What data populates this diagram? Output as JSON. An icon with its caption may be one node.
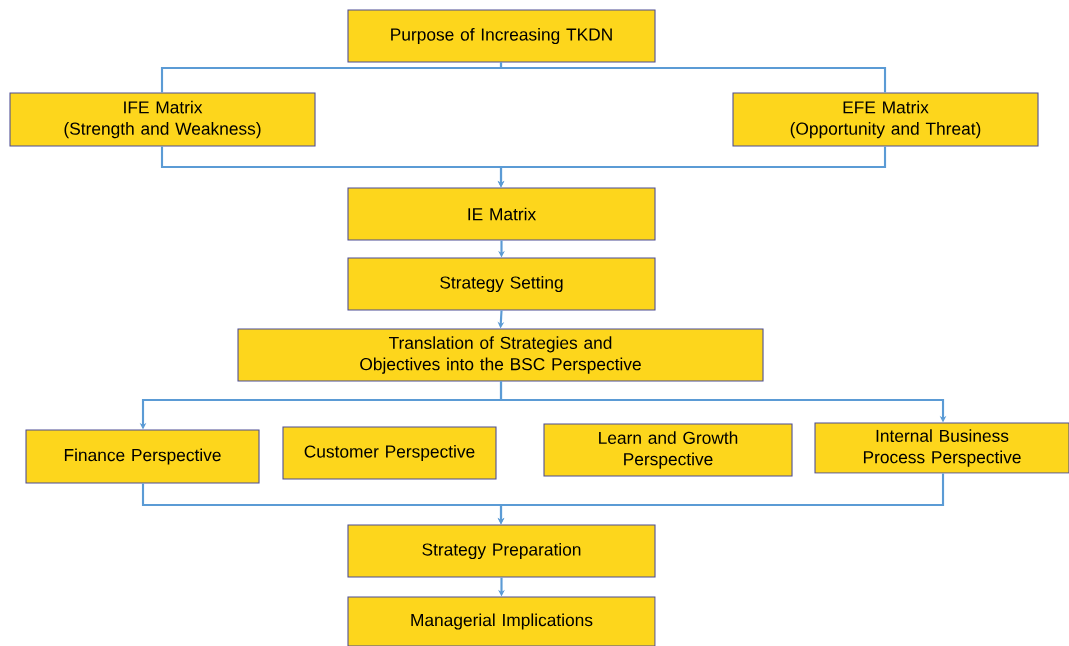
{
  "diagram": {
    "nodes": [
      {
        "text": [
          "Purpose of Increasing TKDN"
        ]
      },
      {
        "text": [
          "IFE Matrix",
          "(Strength and Weakness)"
        ]
      },
      {
        "text": [
          "EFE Matrix",
          "(Opportunity and Threat)"
        ]
      },
      {
        "text": [
          "IE Matrix"
        ]
      },
      {
        "text": [
          "Strategy Setting"
        ]
      },
      {
        "text": [
          "Translation of Strategies and Objectives into the BSC Perspective"
        ]
      },
      {
        "text": [
          "Finance Perspective"
        ]
      },
      {
        "text": [
          "Customer Perspective"
        ]
      },
      {
        "text": [
          "Learn and Growth Perspective"
        ]
      },
      {
        "text": [
          "Internal Business Process Perspective"
        ]
      },
      {
        "text": [
          "Strategy Preparation"
        ]
      },
      {
        "text": [
          "Managerial Implications"
        ]
      }
    ],
    "edges": [
      {
        "from": 0,
        "to": 1,
        "arrow": "none"
      },
      {
        "from": 0,
        "to": 2,
        "arrow": "none"
      },
      {
        "from": 1,
        "to": 3,
        "arrow": "to"
      },
      {
        "from": 2,
        "to": 3,
        "arrow": "to"
      },
      {
        "from": 3,
        "to": 4,
        "arrow": "to"
      },
      {
        "from": 4,
        "to": 5,
        "arrow": "to"
      },
      {
        "from": 5,
        "to": 6,
        "arrow": "to"
      },
      {
        "from": 5,
        "to": 9,
        "arrow": "to"
      },
      {
        "from": 6,
        "to": 10,
        "arrow": "to"
      },
      {
        "from": 9,
        "to": 10,
        "arrow": "to"
      },
      {
        "from": 10,
        "to": 11,
        "arrow": "to"
      }
    ]
  }
}
